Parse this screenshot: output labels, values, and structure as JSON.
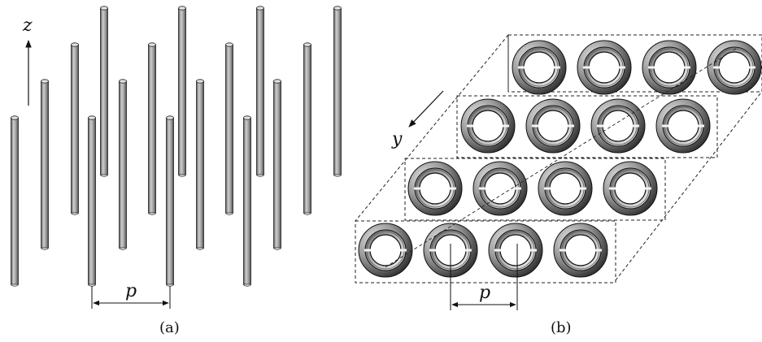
{
  "panel_a": {
    "axis_label": "z",
    "period_label": "p",
    "caption": "(a)"
  },
  "panel_b": {
    "axis_label": "y",
    "period_label": "p",
    "caption": "(b)"
  },
  "colors": {
    "wire_fill": "#8a8a8a",
    "ring_outer_dark": "#3c3c3c",
    "ring_outer_light": "#bdbdbd",
    "ring_inner_light": "#d9d9d9",
    "line": "#111111"
  }
}
